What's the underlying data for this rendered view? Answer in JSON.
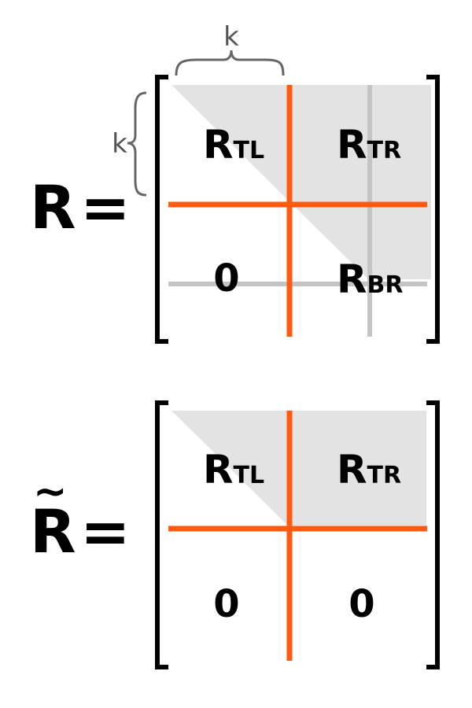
{
  "top": {
    "lhs_symbol": "R",
    "equals": "=",
    "k_top": "k",
    "k_left": "k",
    "cells": {
      "tl": {
        "main": "R",
        "sub": "TL"
      },
      "tr": {
        "main": "R",
        "sub": "TR"
      },
      "bl": "0",
      "br": {
        "main": "R",
        "sub": "BR"
      }
    }
  },
  "bottom": {
    "lhs_symbol": "R",
    "tilde": "~",
    "equals": "=",
    "cells": {
      "tl": {
        "main": "R",
        "sub": "TL"
      },
      "tr": {
        "main": "R",
        "sub": "TR"
      },
      "bl": "0",
      "br": "0"
    }
  },
  "colors": {
    "partition_line": "#ff5a0f",
    "grey_line": "#c4c4c4",
    "shade": "#e3e3e3",
    "bracket": "#000000",
    "brace": "#666666"
  }
}
